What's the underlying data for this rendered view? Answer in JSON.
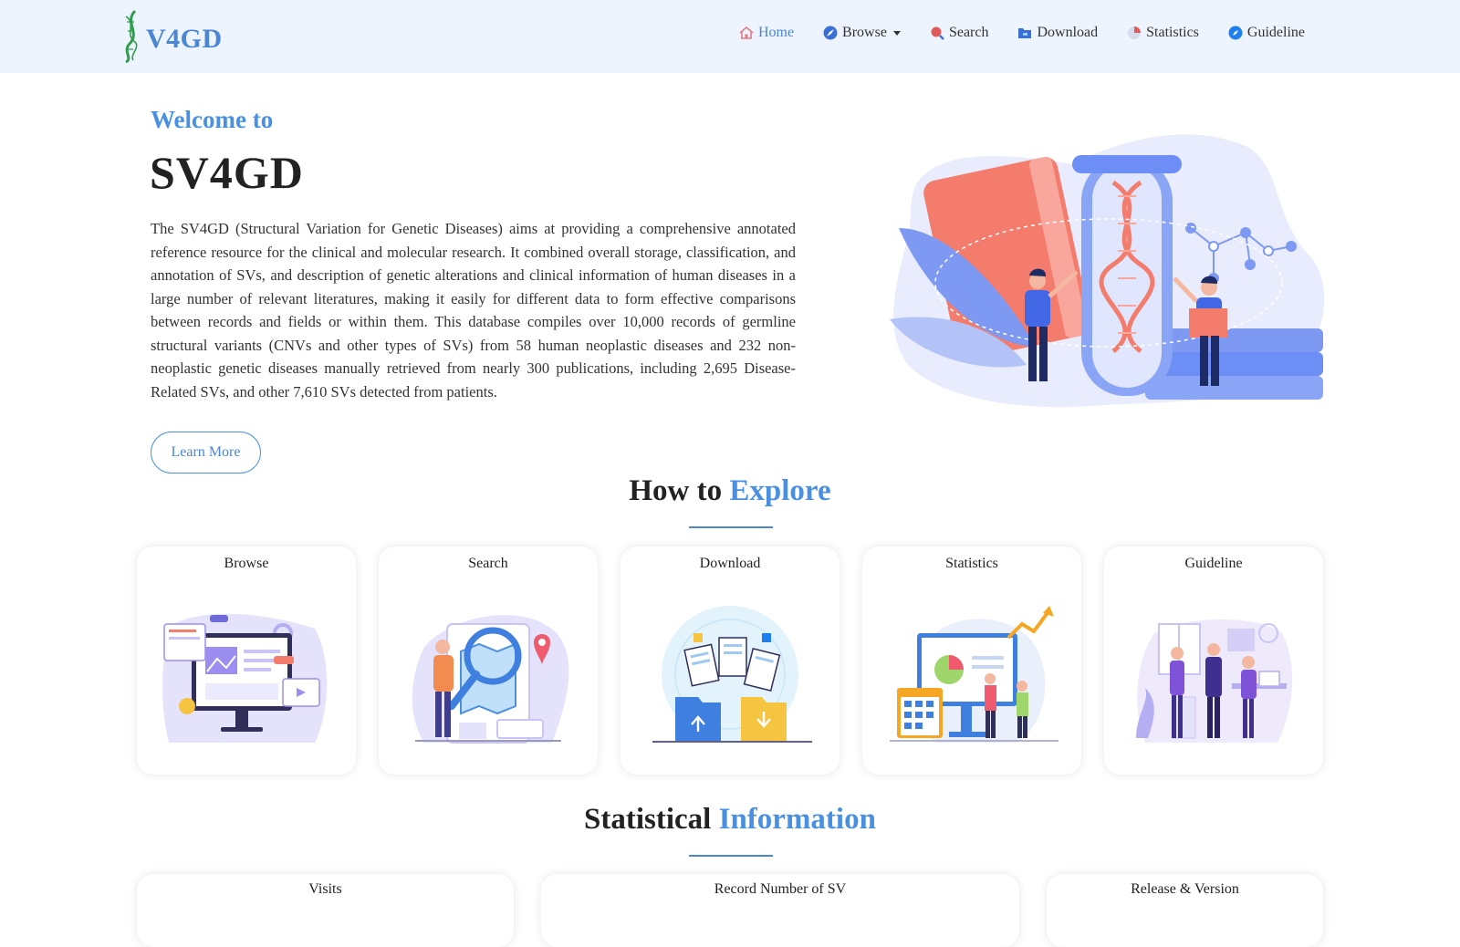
{
  "navbar": {
    "logo_text": "V4GD",
    "items": [
      {
        "label": "Home",
        "icon": "home-icon",
        "active": true
      },
      {
        "label": "Browse",
        "icon": "compass-icon",
        "dropdown": true
      },
      {
        "label": "Search",
        "icon": "search-icon"
      },
      {
        "label": "Download",
        "icon": "folder-icon"
      },
      {
        "label": "Statistics",
        "icon": "pie-chart-icon"
      },
      {
        "label": "Guideline",
        "icon": "guide-icon"
      }
    ]
  },
  "hero": {
    "welcome": "Welcome to",
    "title": "SV4GD",
    "description": "The SV4GD (Structural Variation for Genetic Diseases) aims at providing a comprehensive annotated reference resource for the clinical and molecular research. It combined overall storage, classification, and annotation of SVs, and description of genetic alterations and clinical information of human diseases in a large number of relevant literatures, making it easily for different data to form effective comparisons between records and fields or within them. This database compiles over 10,000 records of germline structural variants (CNVs and other types of SVs) from 58 human neoplastic diseases and 232 non-neoplastic genetic diseases manually retrieved from nearly 300 publications, including 2,695 Disease-Related SVs, and other 7,610 SVs detected from patients.",
    "button": "Learn More"
  },
  "explore": {
    "heading_plain": "How to",
    "heading_accent": "Explore",
    "cards": [
      {
        "title": "Browse"
      },
      {
        "title": "Search"
      },
      {
        "title": "Download"
      },
      {
        "title": "Statistics"
      },
      {
        "title": "Guideline"
      }
    ]
  },
  "stats": {
    "heading_plain": "Statistical",
    "heading_accent": "Information",
    "cards": [
      {
        "title": "Visits"
      },
      {
        "title": "Record Number of SV"
      },
      {
        "title": "Release & Version"
      }
    ]
  },
  "colors": {
    "accent": "#4a90e2",
    "navbar_bg": "#eef4fd",
    "illustration_primary": "#6c8ef5",
    "illustration_coral": "#f47c6c"
  }
}
